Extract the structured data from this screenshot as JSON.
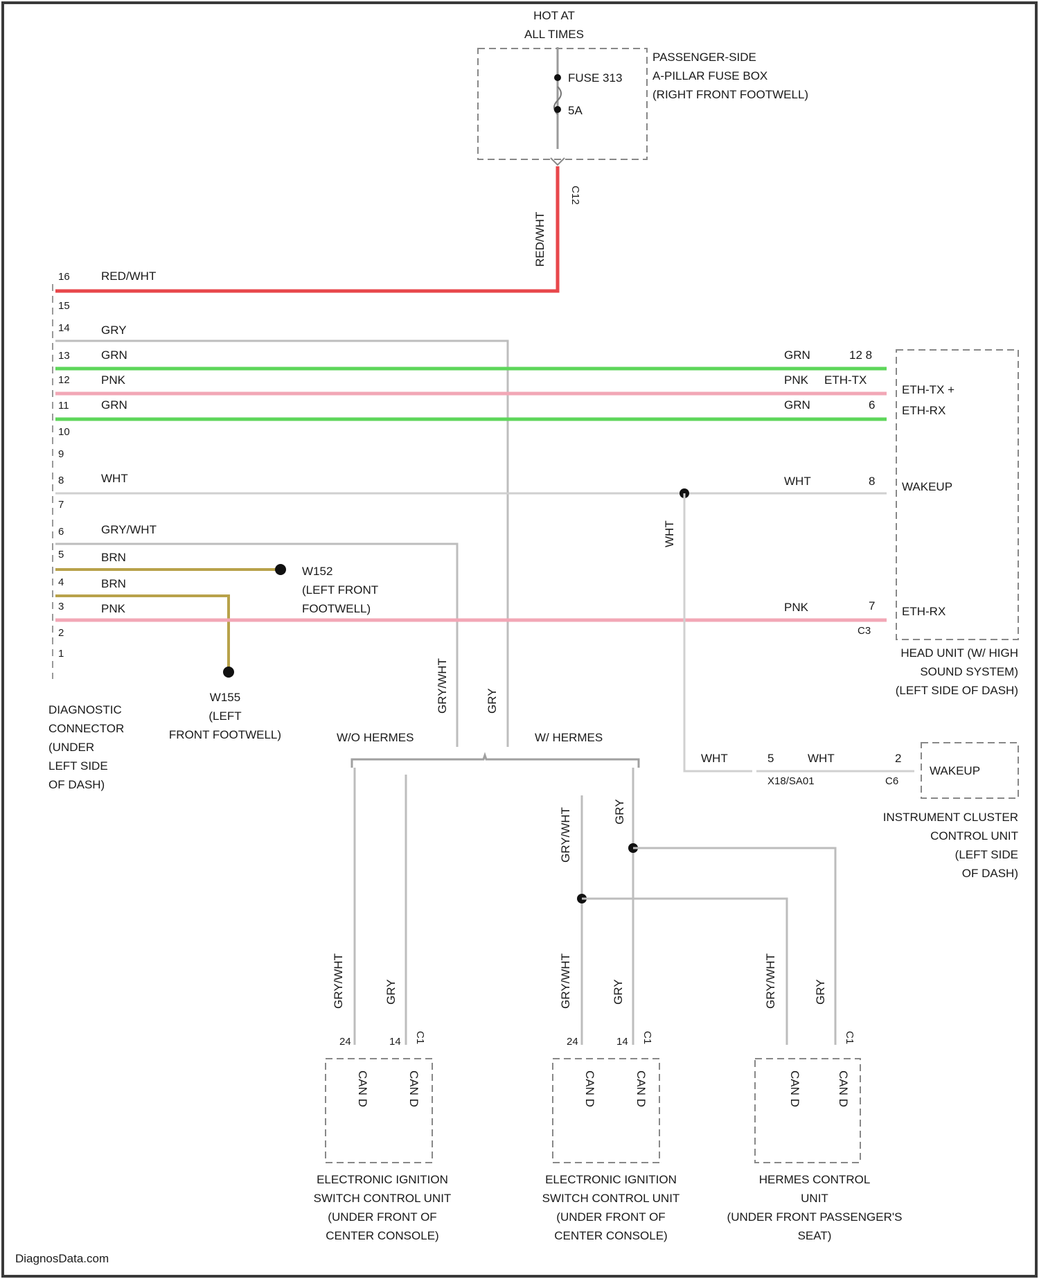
{
  "power_source": {
    "hot_line1": "HOT AT",
    "hot_line2": "ALL TIMES",
    "fuse_name": "FUSE 313",
    "fuse_rating": "5A",
    "fuse_box_line1": "PASSENGER-SIDE",
    "fuse_box_line2": "A-PILLAR FUSE BOX",
    "fuse_box_line3": "(RIGHT FRONT FOOTWELL)",
    "fuse_conn": "C12",
    "riser_wire": "RED/WHT"
  },
  "diagnostic_connector": {
    "label": [
      "DIAGNOSTIC",
      "CONNECTOR",
      "(UNDER",
      "LEFT SIDE",
      "OF DASH)"
    ],
    "pins": [
      "16",
      "15",
      "14",
      "13",
      "12",
      "11",
      "10",
      "9",
      "8",
      "7",
      "6",
      "5",
      "4",
      "3",
      "2",
      "1"
    ],
    "wires": {
      "p16": "RED/WHT",
      "p14": "GRY",
      "p13": "GRN",
      "p12": "PNK",
      "p11": "GRN",
      "p8": "WHT",
      "p6": "GRY/WHT",
      "p5": "BRN",
      "p4": "BRN",
      "p3": "PNK"
    }
  },
  "grounds": {
    "g1_name": "W152",
    "g1_loc1": "(LEFT FRONT",
    "g1_loc2": "FOOTWELL)",
    "g2_name": "W155",
    "g2_loc1": "(LEFT",
    "g2_loc2": "FRONT FOOTWELL)"
  },
  "head_unit": {
    "label": [
      "HEAD UNIT (W/ HIGH",
      "SOUND SYSTEM)",
      "(LEFT SIDE OF DASH)"
    ],
    "pins": [
      "12 8",
      "ETH-TX",
      "6",
      "8",
      "7"
    ],
    "wire_colors": [
      "GRN",
      "PNK",
      "GRN",
      "WHT",
      "PNK"
    ],
    "signals": [
      "ETH-TX +",
      "ETH-RX",
      "WAKEUP",
      "ETH-RX"
    ],
    "connector": "C3"
  },
  "wakeup_branch": {
    "vertical_wire": "WHT",
    "wire_a": "WHT",
    "pin_a": "5",
    "splice": "X18/SA01",
    "wire_b": "WHT",
    "pin_b": "2",
    "conn_b": "C6"
  },
  "instrument_cluster": {
    "label": [
      "INSTRUMENT CLUSTER",
      "CONTROL UNIT",
      "(LEFT SIDE",
      "OF DASH)"
    ],
    "signal": "WAKEUP"
  },
  "harnesses": {
    "wo": "W/O HERMES",
    "w": "W/ HERMES",
    "down_wire_1": "GRY/WHT",
    "down_wire_2": "GRY"
  },
  "bottom_modules": [
    {
      "label": [
        "ELECTRONIC IGNITION",
        "SWITCH CONTROL UNIT",
        "(UNDER FRONT OF",
        "CENTER CONSOLE)"
      ],
      "wire_l": "GRY/WHT",
      "wire_r": "GRY",
      "pin_l": "24",
      "pin_r": "14",
      "conn": "C1",
      "sig_l": "CAN D",
      "sig_r": "CAN D"
    },
    {
      "label": [
        "ELECTRONIC IGNITION",
        "SWITCH CONTROL UNIT",
        "(UNDER FRONT OF",
        "CENTER CONSOLE)"
      ],
      "wire_l": "GRY/WHT",
      "wire_r": "GRY",
      "pin_l": "24",
      "pin_r": "14",
      "conn": "C1",
      "sig_l": "CAN D",
      "sig_r": "CAN D"
    },
    {
      "label": [
        "HERMES CONTROL",
        "UNIT",
        "(UNDER FRONT PASSENGER'S",
        "SEAT)"
      ],
      "wire_l": "GRY/WHT",
      "wire_r": "GRY",
      "pin_l": "",
      "pin_r": "",
      "conn": "C1",
      "sig_l": "CAN D",
      "sig_r": "CAN D"
    }
  ],
  "mid_wires": {
    "to_wo_1": "GRY/WHT",
    "to_w_1": "GRY",
    "w_branch_1": "GRY/WHT",
    "w_branch_2": "GRY"
  },
  "watermark": "DiagnosData.com",
  "colors": {
    "red_wire": "#e8474b",
    "green_wire": "#5dd65a",
    "pink_wire": "#f2a7b6",
    "gray_wire": "#b8b8b8",
    "brown_wire": "#b8a24a"
  }
}
